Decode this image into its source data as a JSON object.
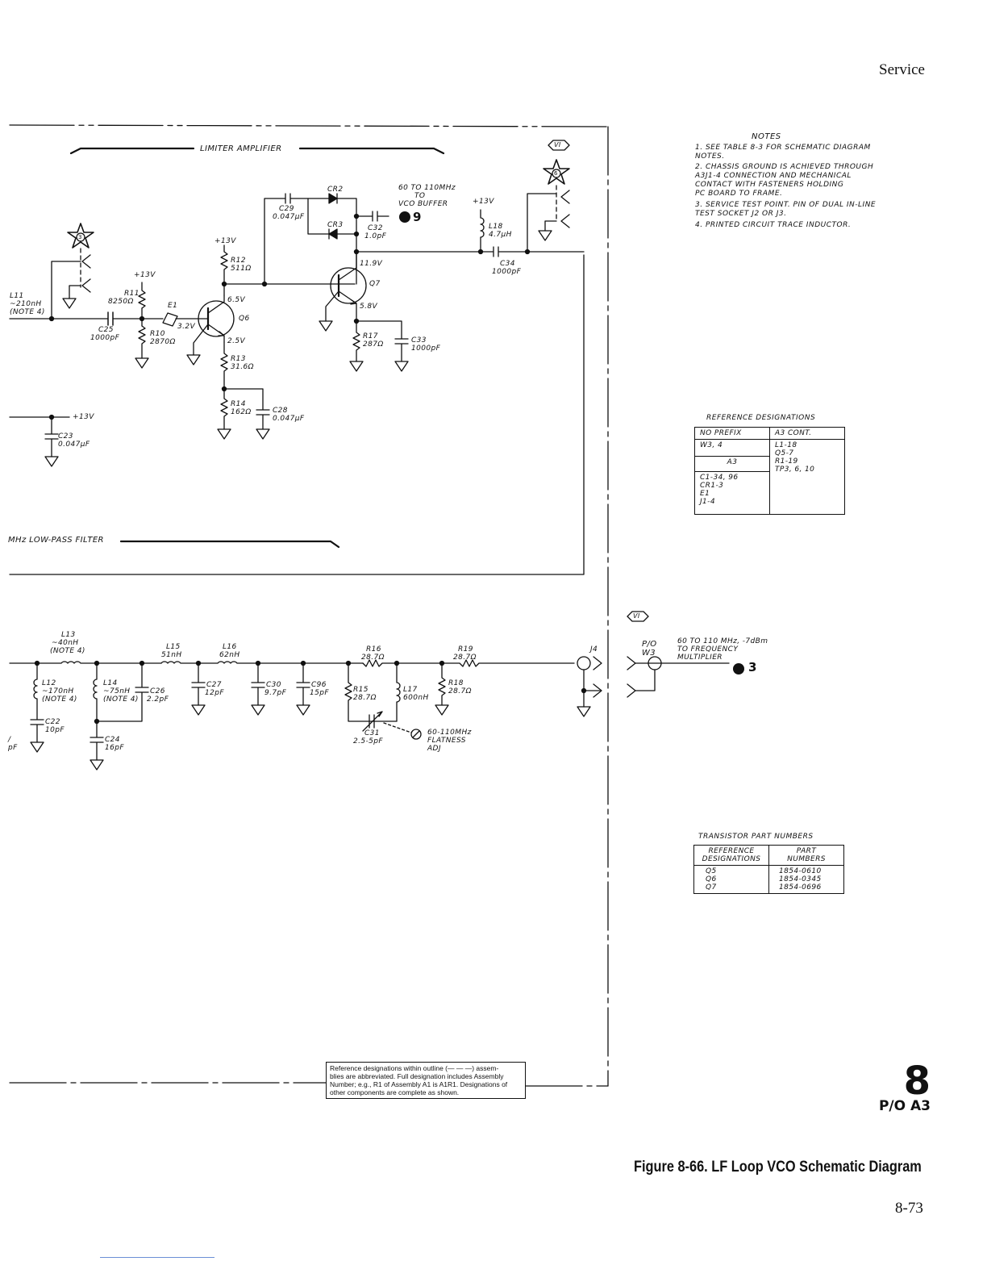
{
  "header": {
    "section": "Service"
  },
  "footer": {
    "figure_title": "Figure 8-66.  LF Loop VCO Schematic Diagram",
    "page_number": "8-73",
    "badge_number": "8",
    "badge_sub": "P/O A3"
  },
  "sections": {
    "limiter": "LIMITER AMPLIFIER",
    "lowpass": "MHz LOW-PASS FILTER"
  },
  "test_points": {
    "tp3": "3",
    "tp6": "6"
  },
  "signals": {
    "vi_top": "VI",
    "vi_mid": "VI",
    "vco_buffer": [
      "60 TO 110MHz",
      "TO",
      "VCO BUFFER"
    ],
    "vco_buffer_ref": "9",
    "freq_mult": [
      "60 TO 110 MHz, -7dBm",
      "TO FREQUENCY",
      "MULTIPLIER"
    ],
    "freq_mult_ref": "3",
    "po_w3": [
      "P/O",
      "W3"
    ],
    "j4": "J4"
  },
  "components": {
    "L11": [
      "L11",
      "~210nH",
      "(NOTE 4)"
    ],
    "R11": [
      "R11",
      "8250Ω"
    ],
    "p13v_r11": "+13V",
    "E1": "E1",
    "C25": [
      "C25",
      "1000pF"
    ],
    "R10": [
      "R10",
      "2870Ω"
    ],
    "v32": "3.2V",
    "Q6": "Q6",
    "v65": "6.5V",
    "v25": "2.5V",
    "p13v_r12": "+13V",
    "R12": [
      "R12",
      "511Ω"
    ],
    "R13": [
      "R13",
      "31.6Ω"
    ],
    "R14": [
      "R14",
      "162Ω"
    ],
    "C28": [
      "C28",
      "0.047μF"
    ],
    "C29": [
      "C29",
      "0.047μF"
    ],
    "CR2": "CR2",
    "CR3": "CR3",
    "C32": [
      "C32",
      "1.0pF"
    ],
    "Q7": "Q7",
    "v119": "11.9V",
    "v58": "5.8V",
    "R17": [
      "R17",
      "287Ω"
    ],
    "C33": [
      "C33",
      "1000pF"
    ],
    "p13v_l18": "+13V",
    "L18": [
      "L18",
      "4.7μH"
    ],
    "C34": [
      "C34",
      "1000pF"
    ],
    "p13v_c23": "+13V",
    "C23": [
      "C23",
      "0.047μF"
    ],
    "L13": [
      "L13",
      "~40nH",
      "(NOTE 4)"
    ],
    "L12": [
      "L12",
      "~170nH",
      "(NOTE 4)"
    ],
    "L14": [
      "L14",
      "~75nH",
      "(NOTE 4)"
    ],
    "C26": [
      "C26",
      "2.2pF"
    ],
    "C22": [
      "C22",
      "10pF"
    ],
    "C24": [
      "C24",
      "16pF"
    ],
    "L15": [
      "L15",
      "51nH"
    ],
    "L16": [
      "L16",
      "62nH"
    ],
    "C27": [
      "C27",
      "12pF"
    ],
    "C30": [
      "C30",
      "9.7pF"
    ],
    "C96": [
      "C96",
      "15pF"
    ],
    "R16": [
      "R16",
      "28.7Ω"
    ],
    "R19": [
      "R19",
      "28.7Ω"
    ],
    "R15": [
      "R15",
      "28.7Ω"
    ],
    "L17": [
      "L17",
      "600nH"
    ],
    "R18": [
      "R18",
      "28.7Ω"
    ],
    "C31": [
      "C31",
      "2.5-5pF"
    ],
    "flatness": [
      "60-110MHz",
      "FLATNESS",
      "ADJ"
    ],
    "left_edge_a": "/",
    "left_edge_b": "pF"
  },
  "notes": {
    "title": "NOTES",
    "items": [
      "1. SEE TABLE 8-3 FOR SCHEMATIC DIAGRAM",
      "    NOTES.",
      "2. CHASSIS GROUND IS ACHIEVED THROUGH",
      "    A3J1-4 CONNECTION AND MECHANICAL",
      "    CONTACT WITH FASTENERS HOLDING",
      "    PC BOARD TO FRAME.",
      "3. SERVICE TEST POINT. PIN OF DUAL IN-LINE",
      "    TEST SOCKET J2 OR J3.",
      "4. PRINTED CIRCUIT TRACE INDUCTOR."
    ]
  },
  "ref_table": {
    "title": "REFERENCE DESIGNATIONS",
    "col1_header": "NO PREFIX",
    "col2_header": "A3 CONT.",
    "col1_row1": "W3, 4",
    "col1_row2": "A3",
    "col1_row3": [
      "C1-34, 96",
      "CR1-3",
      "E1",
      "J1-4"
    ],
    "col2_row1": [
      "L1-18",
      "Q5-7",
      "R1-19",
      "TP3, 6, 10"
    ]
  },
  "transistor_table": {
    "title": "TRANSISTOR PART NUMBERS",
    "header_ref": [
      "REFERENCE",
      "DESIGNATIONS"
    ],
    "header_part": [
      "PART",
      "NUMBERS"
    ],
    "rows": [
      {
        "ref": "Q5",
        "part": "1854-0610"
      },
      {
        "ref": "Q6",
        "part": "1854-0345"
      },
      {
        "ref": "Q7",
        "part": "1854-0696"
      }
    ]
  },
  "ref_note": {
    "lines": [
      "Reference designations within outline (— — —) assem-",
      "blies are abbreviated. Full designation includes Assembly",
      "Number; e.g., R1 of Assembly A1 is A1R1. Designations of",
      "other components are complete as shown."
    ]
  }
}
